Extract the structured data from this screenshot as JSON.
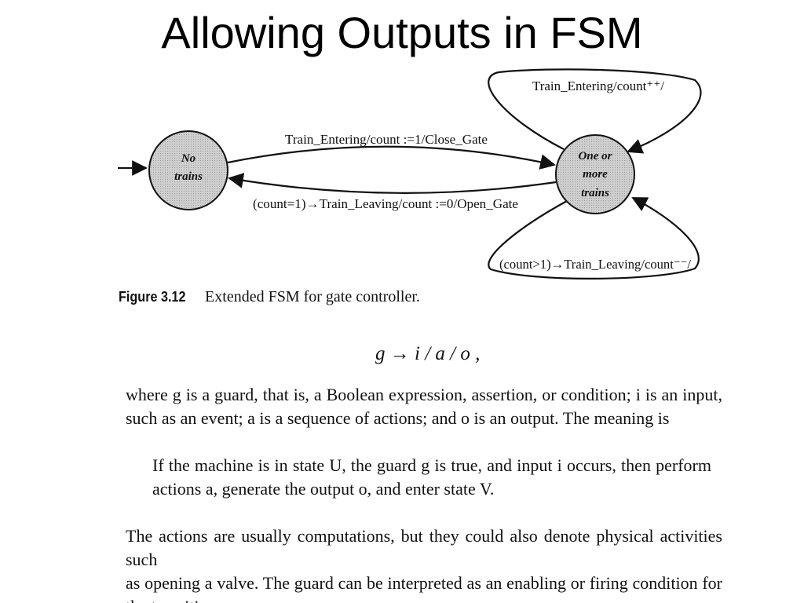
{
  "slide": {
    "title": "Allowing Outputs in FSM"
  },
  "diagram": {
    "states": [
      {
        "id": "no-trains",
        "label_lines": [
          "No",
          "trains"
        ]
      },
      {
        "id": "one-or-more-trains",
        "label_lines": [
          "One or",
          "more",
          "trains"
        ]
      }
    ],
    "transitions": [
      {
        "id": "top-self-loop",
        "label": "Train_Entering/count⁺⁺/"
      },
      {
        "id": "enter-first",
        "label": "Train_Entering/count :=1/Close_Gate"
      },
      {
        "id": "leave-last",
        "label": "(count=1)→Train_Leaving/count :=0/Open_Gate"
      },
      {
        "id": "bottom-self-loop",
        "label": "(count>1)→Train_Leaving/count⁻⁻/"
      }
    ],
    "colors": {
      "state_fill": "#c8c8c8",
      "stroke": "#111111"
    }
  },
  "figure": {
    "label": "Figure 3.12",
    "caption": "Extended FSM for gate controller."
  },
  "formula": "g → i / a / o ,",
  "text": {
    "definition_lines": [
      "where g is a guard, that is, a Boolean expression, assertion, or condition; i is an input,",
      "such as an event; a is a sequence of actions; and o is an output. The meaning is"
    ],
    "meaning_lines": [
      "If the machine is in state U, the guard g is true, and input i occurs, then perform",
      "actions a, generate the output o, and enter state V."
    ],
    "actions_lines": [
      "The actions are usually computations, but they could also denote physical activities such",
      "as opening a valve. The guard can be interpreted as an enabling or firing condition for",
      "the transition."
    ]
  }
}
